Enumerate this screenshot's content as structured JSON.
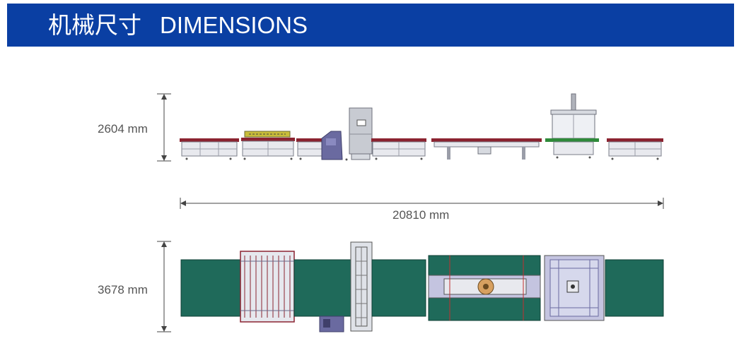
{
  "header": {
    "title_cn": "机械尺寸",
    "title_en": "DIMENSIONS"
  },
  "dimensions": {
    "height": "2604 mm",
    "length": "20810 mm",
    "width": "3678 mm"
  },
  "colors": {
    "banner": "#0a3fa3",
    "belt_green": "#1f6a5a",
    "frame_red": "#8b2330",
    "machine_grey": "#c8cbd2",
    "console_purple": "#6a6aa0",
    "dimension_line": "#444444"
  }
}
